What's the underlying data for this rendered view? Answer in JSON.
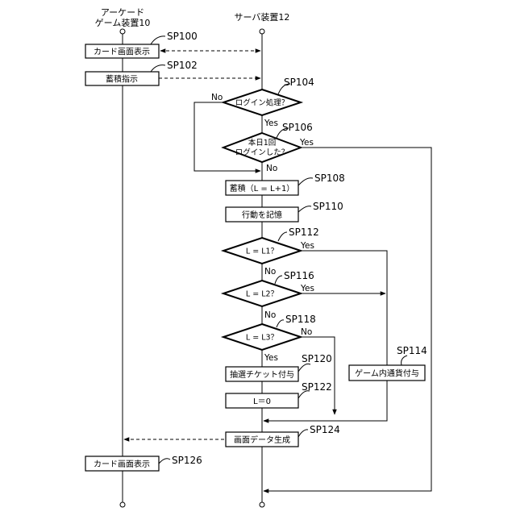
{
  "lanes": {
    "arcade_line1": "アーケード",
    "arcade_line2": "ゲーム装置10",
    "server": "サーバ装置12"
  },
  "steps": {
    "sp100": {
      "code": "SP100",
      "label": "カード画面表示"
    },
    "sp102": {
      "code": "SP102",
      "label": "蓄積指示"
    },
    "sp104": {
      "code": "SP104",
      "label": "ログイン処理？"
    },
    "sp106": {
      "code": "SP106",
      "line1": "本日1回",
      "line2": "ログインした？"
    },
    "sp108": {
      "code": "SP108",
      "label": "蓄積（L = L+1）"
    },
    "sp110": {
      "code": "SP110",
      "label": "行動を記憶"
    },
    "sp112": {
      "code": "SP112",
      "label": "L = L1？"
    },
    "sp114": {
      "code": "SP114",
      "label": "ゲーム内通貨付与"
    },
    "sp116": {
      "code": "SP116",
      "label": "L = L2？"
    },
    "sp118": {
      "code": "SP118",
      "label": "L = L3？"
    },
    "sp120": {
      "code": "SP120",
      "label": "抽選チケット付与"
    },
    "sp122": {
      "code": "SP122",
      "label": "L＝0"
    },
    "sp124": {
      "code": "SP124",
      "label": "画面データ生成"
    },
    "sp126": {
      "code": "SP126",
      "label": "カード画面表示"
    }
  },
  "branches": {
    "sp104_no": "No",
    "sp104_yes": "Yes",
    "sp106_yes": "Yes",
    "sp106_no": "No",
    "sp112_yes": "Yes",
    "sp112_no": "No",
    "sp116_yes": "Yes",
    "sp116_no": "No",
    "sp118_no": "No",
    "sp118_yes": "Yes"
  }
}
